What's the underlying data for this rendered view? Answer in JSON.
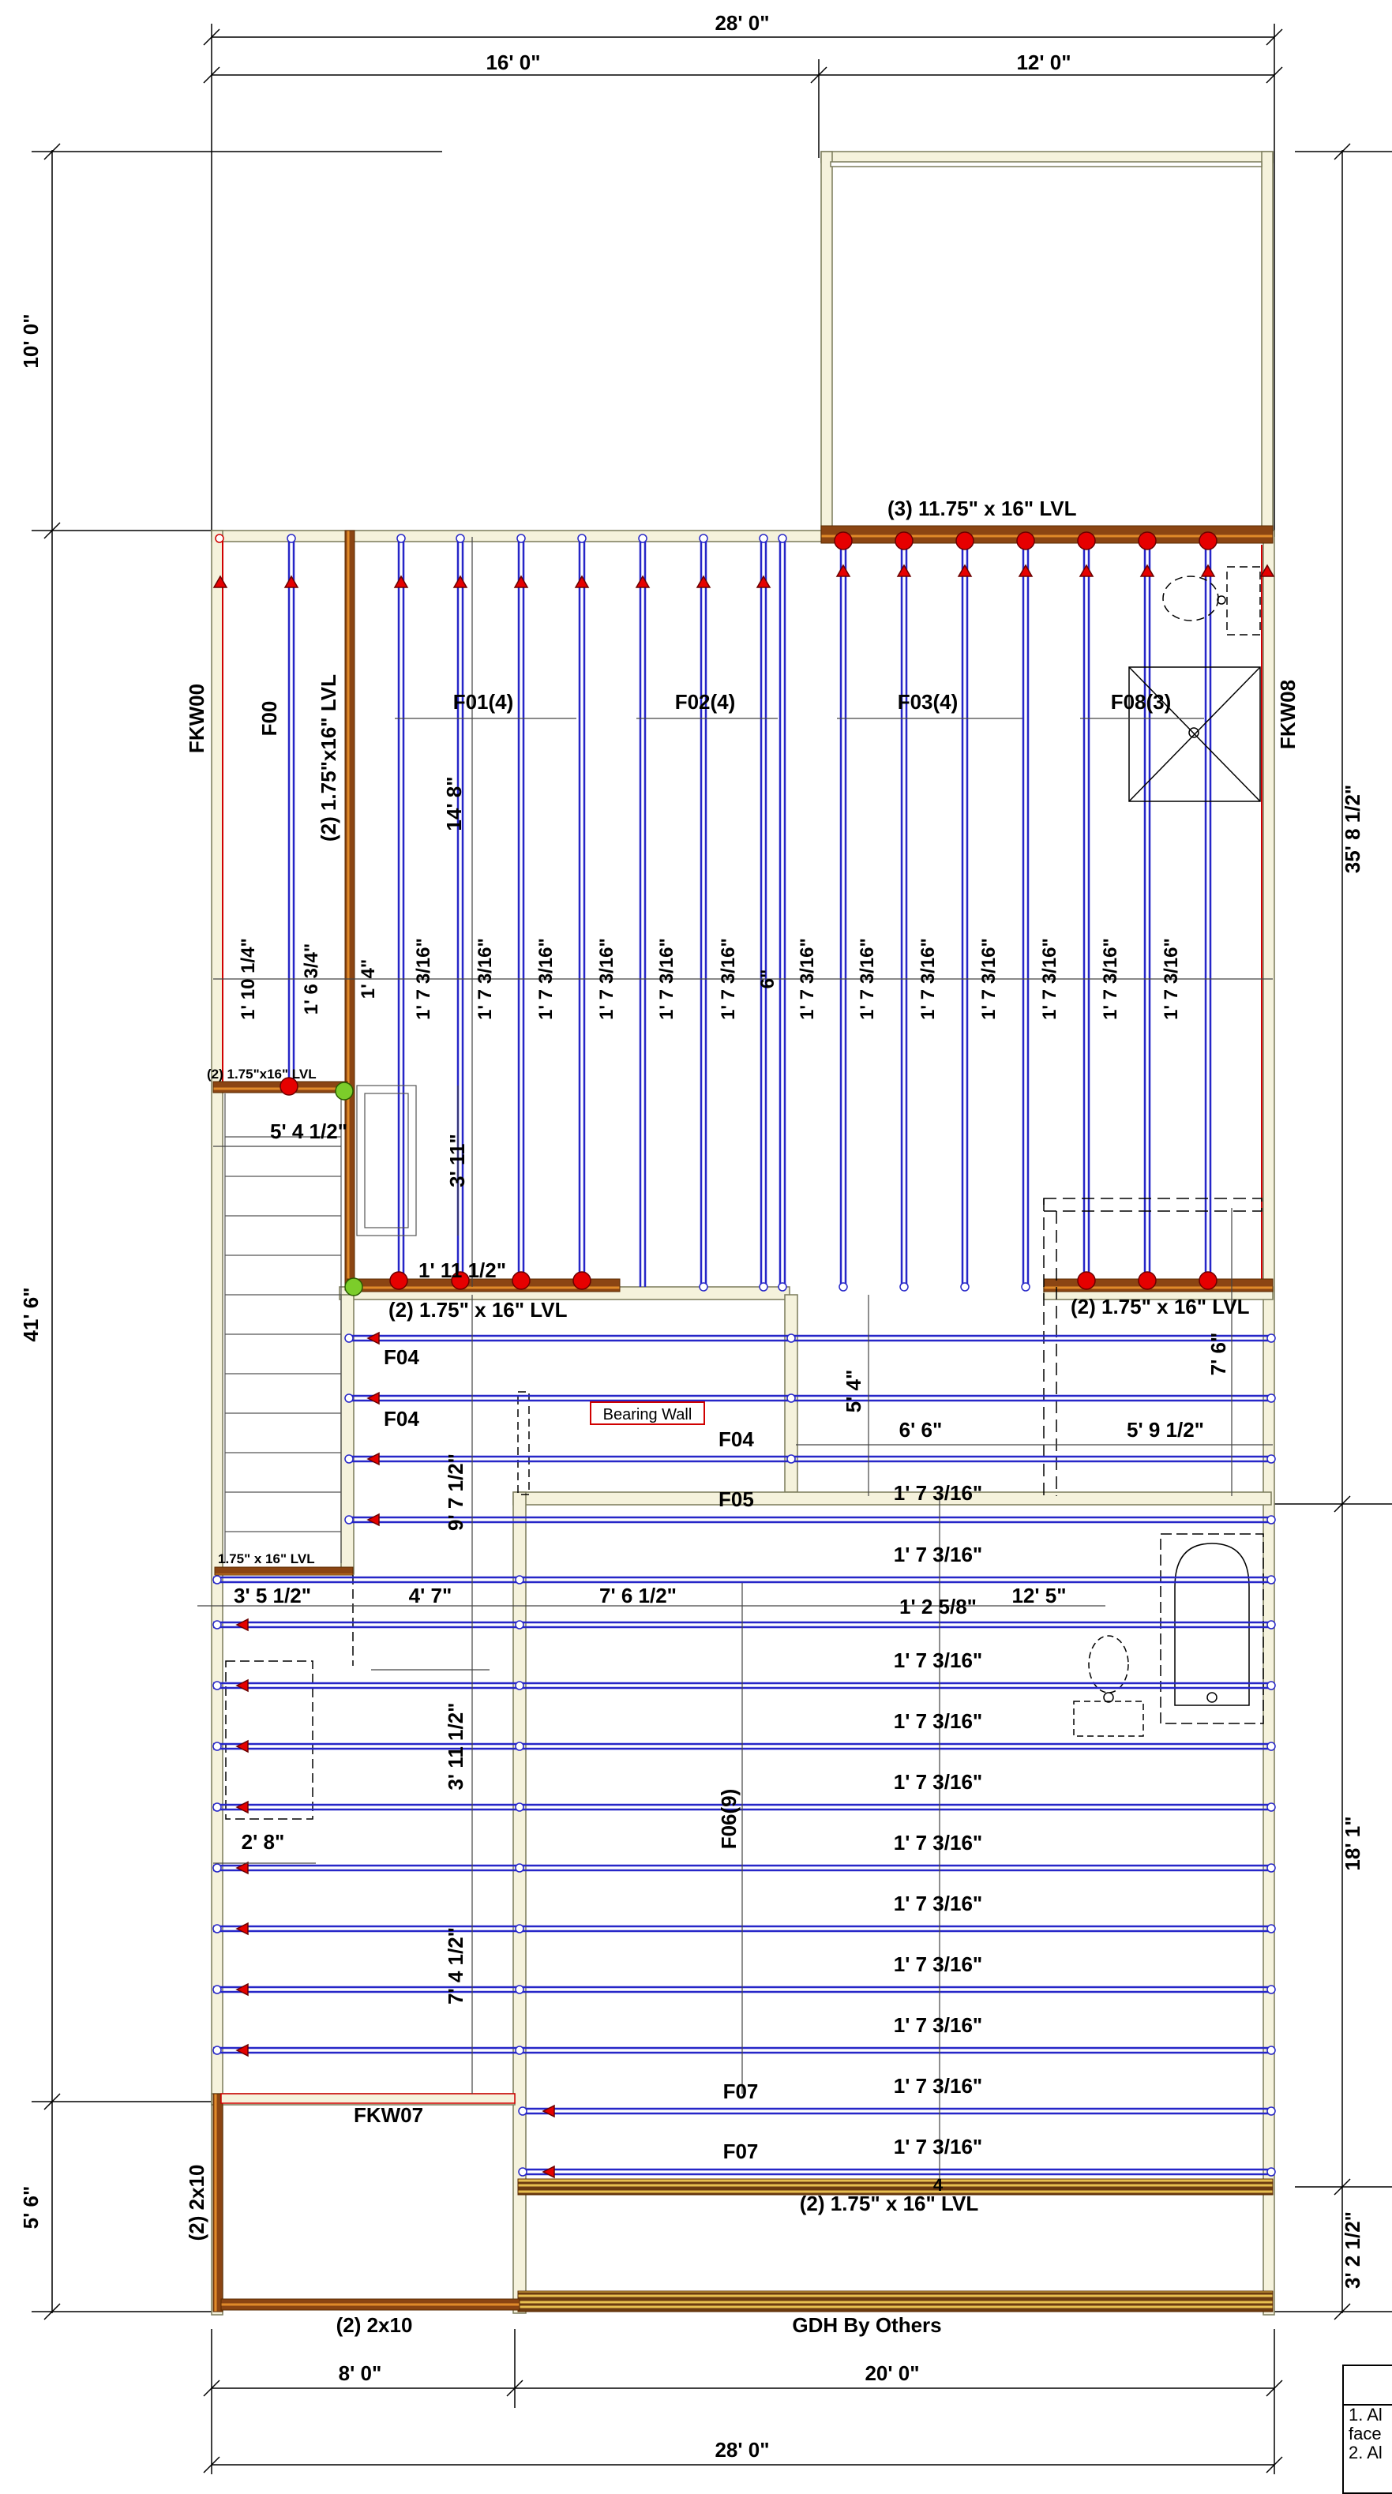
{
  "dimensions": {
    "top_overall": "28' 0\"",
    "top_left": "16' 0\"",
    "top_right": "12' 0\"",
    "left_top": "10' 0\"",
    "left_middle": "41' 6\"",
    "left_bottom": "5' 6\"",
    "right_upper": "35' 8 1/2\"",
    "right_middle": "18' 1\"",
    "right_bottom": "3' 2 1/2\"",
    "bottom_left": "8' 0\"",
    "bottom_right": "20' 0\"",
    "bottom_overall": "28' 0\""
  },
  "labels": {
    "beam_top": "(3) 11.75\" x 16\" LVL",
    "fkw00": "FKW00",
    "f00": "F00",
    "lvl_vertical": "(2) 1.75\"x16\" LVL",
    "f01": "F01(4)",
    "f02": "F02(4)",
    "f03": "F03(4)",
    "f08": "F08(3)",
    "fkw08": "FKW08",
    "span_14_8": "14' 8\"",
    "lvl_small": "(2) 1.75\"x16\" LVL",
    "dim_5_4_half": "5' 4 1/2\"",
    "dim_3_11": "3' 11\"",
    "dim_1_11_half": "1' 11 1/2\"",
    "beam_mid_left": "(2) 1.75\" x 16\" LVL",
    "beam_mid_right": "(2) 1.75\" x 16\" LVL",
    "f04_a": "F04",
    "f04_b": "F04",
    "f04_c": "F04",
    "f05": "F05",
    "bearing_wall": "Bearing Wall",
    "dim_5_4": "5' 4\"",
    "dim_6_6": "6' 6\"",
    "dim_5_9_half": "5' 9 1/2\"",
    "dim_7_6": "7' 6\"",
    "dim_9_7_half": "9' 7 1/2\"",
    "lvl_stair": "1.75\" x 16\" LVL",
    "dim_3_5_half": "3' 5 1/2\"",
    "dim_4_7": "4' 7\"",
    "dim_7_6_half": "7' 6 1/2\"",
    "dim_1_2_5_8": "1' 2 5/8\"",
    "dim_12_5": "12' 5\"",
    "dim_3_11_half": "3' 11 1/2\"",
    "dim_2_8": "2' 8\"",
    "f06": "F06(9)",
    "dim_7_4_half": "7' 4 1/2\"",
    "fkw07": "FKW07",
    "f07_a": "F07",
    "f07_b": "F07",
    "beam_bottom": "(2) 1.75\" x 16\" LVL",
    "mark_4": "4",
    "side_2x10": "(2) 2x10",
    "bottom_2x10": "(2) 2x10",
    "gdh": "GDH By Others"
  },
  "spacing_upper": [
    "1' 10 1/4\"",
    "1' 6 3/4\"",
    "1' 4\"",
    "1' 7 3/16\"",
    "1' 7 3/16\"",
    "1' 7 3/16\"",
    "1' 7 3/16\"",
    "1' 7 3/16\"",
    "1' 7 3/16\"",
    "6\"",
    "1' 7 3/16\"",
    "1' 7 3/16\"",
    "1' 7 3/16\"",
    "1' 7 3/16\"",
    "1' 7 3/16\"",
    "1' 7 3/16\"",
    "1' 7 3/16\""
  ],
  "spacing_lower": [
    "1' 7 3/16\"",
    "1' 7 3/16\"",
    "1' 7 3/16\"",
    "1' 7 3/16\"",
    "1' 7 3/16\"",
    "1' 7 3/16\"",
    "1' 7 3/16\"",
    "1' 7 3/16\"",
    "1' 7 3/16\"",
    "1' 7 3/16\"",
    "1' 7 3/16\""
  ],
  "notes": {
    "line1": "1. Al",
    "line2": "face",
    "line3": "2. Al"
  },
  "colors": {
    "joist": "#2626c8",
    "beam": "#8b4513",
    "wall": "#f5f2dc",
    "bearing": "#d00000",
    "hanger": "#e60000",
    "connector": "#7ccd2a"
  }
}
